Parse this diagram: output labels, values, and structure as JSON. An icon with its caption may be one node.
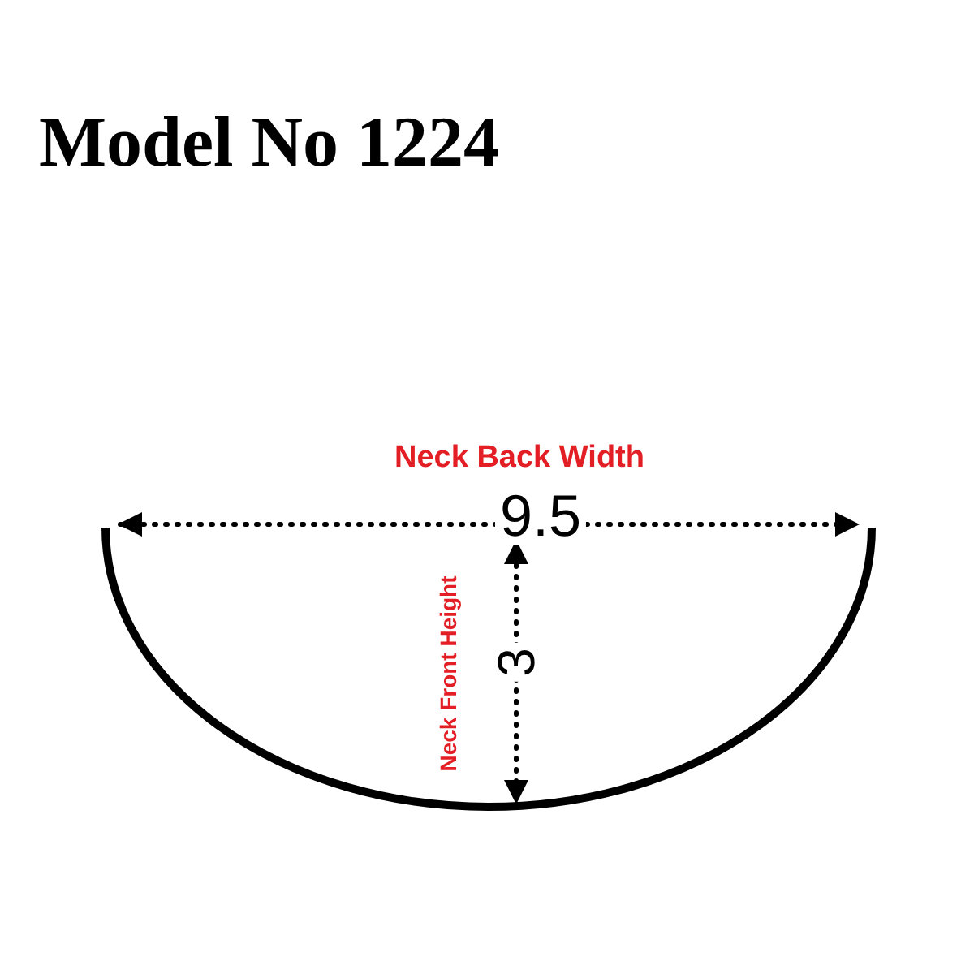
{
  "diagram": {
    "title": "Model No 1224",
    "labels": [
      "Neck Back Width",
      "9.5",
      "Neck Front Height",
      "3"
    ]
  }
}
